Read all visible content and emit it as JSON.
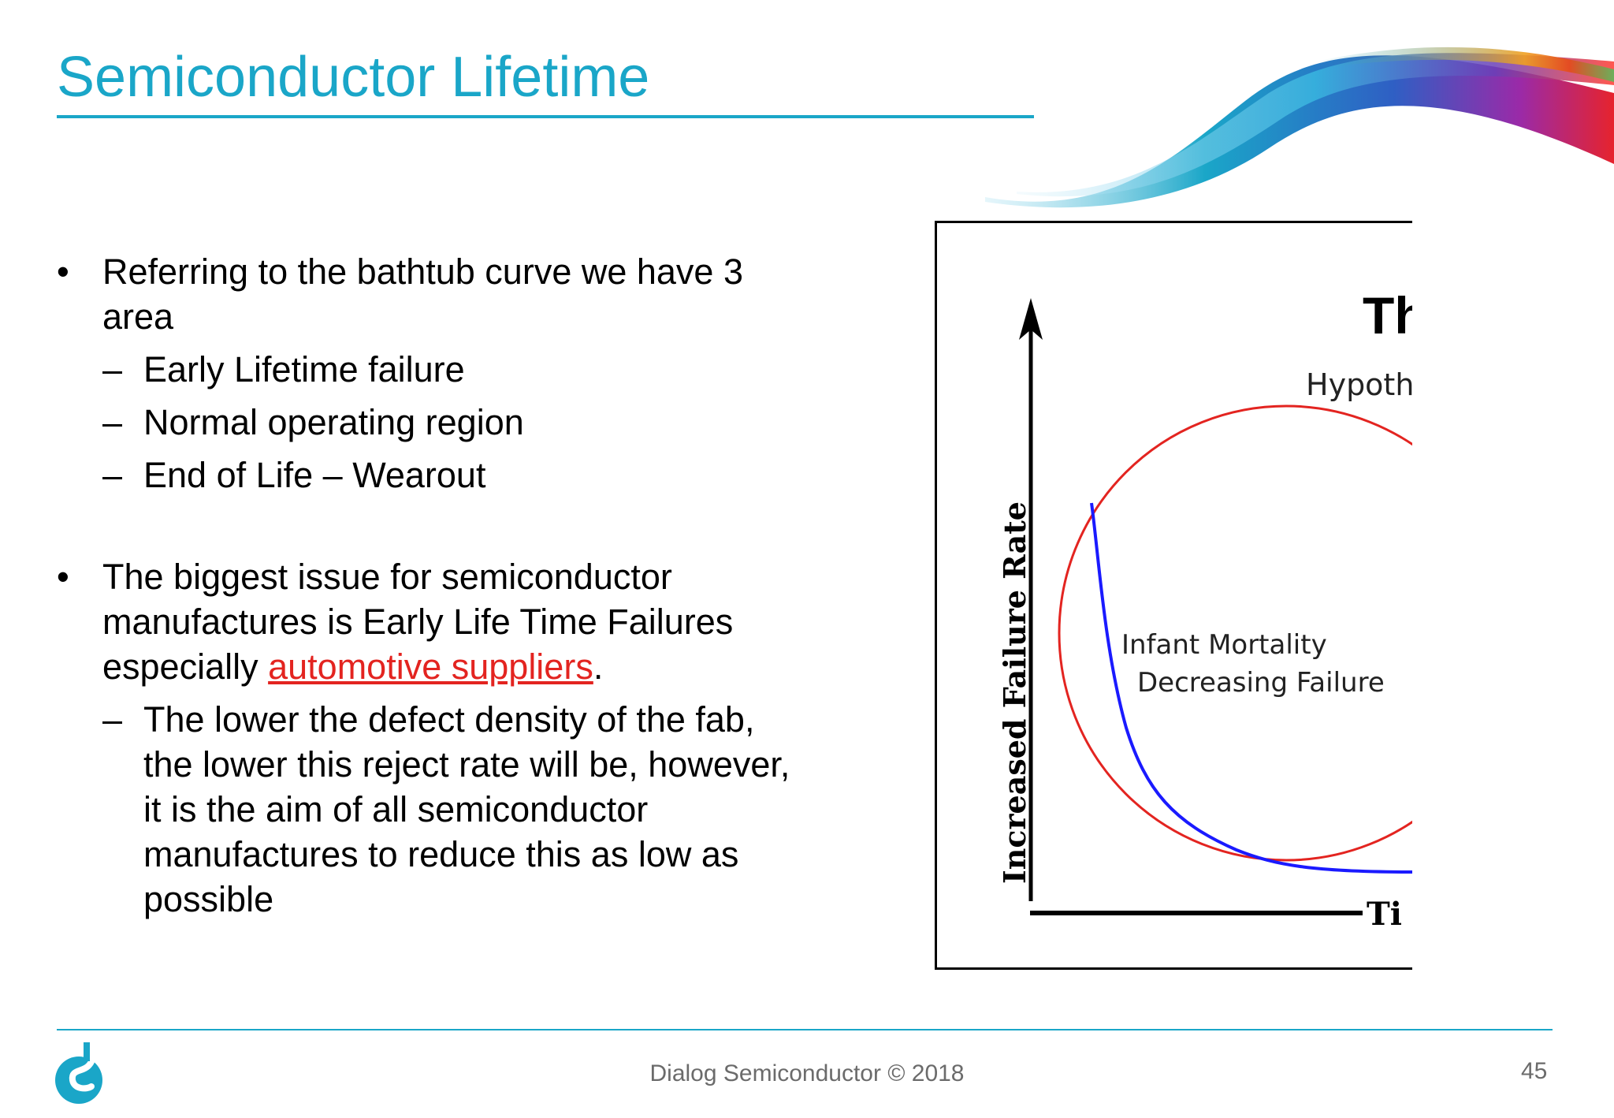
{
  "slide": {
    "title": "Semiconductor Lifetime"
  },
  "content": {
    "bullet1": {
      "text": "Referring to the bathtub curve we have 3 area",
      "sub": [
        "Early Lifetime failure",
        "Normal operating region",
        "End of Life – Wearout"
      ]
    },
    "bullet2": {
      "text_before": "The biggest issue for semiconductor manufactures is Early Life Time Failures especially ",
      "link_text": "automotive suppliers",
      "text_after": ".",
      "sub": [
        "The lower the defect density of the fab, the lower this reject rate will be, however, it is the aim of all semiconductor manufactures to reduce this as low as possible"
      ]
    },
    "bullet_symbol": "•",
    "dash_symbol": "–"
  },
  "figure": {
    "title_partial": "Th",
    "subtitle_partial": "Hypoth",
    "y_axis_label": "Increased Failure Rate",
    "x_axis_label_partial": "Ti",
    "annotation_line1": "Infant Mortality",
    "annotation_line2": "Decreasing Failure",
    "colors": {
      "curve": "#1a1aff",
      "highlight_circle": "#e32420",
      "axes": "#000000"
    }
  },
  "footer": {
    "text": "Dialog Semiconductor © 2018",
    "page_number": "45"
  },
  "colors": {
    "accent": "#1aa6c8",
    "link": "#e32420",
    "footer_text": "#6b6b6b"
  }
}
